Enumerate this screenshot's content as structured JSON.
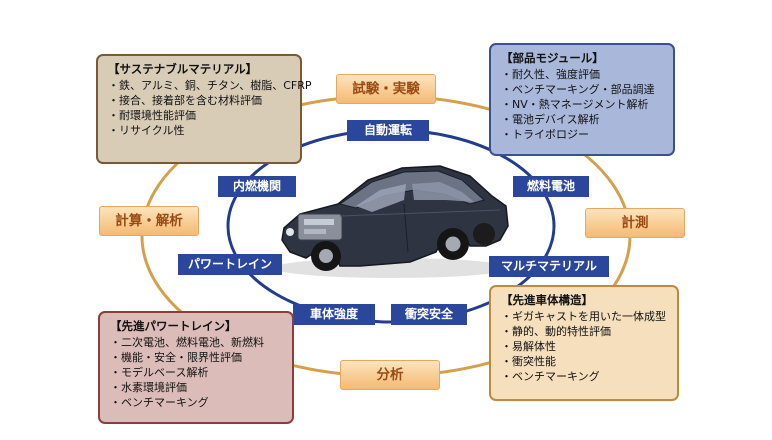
{
  "outer_labels": {
    "test": "試験・実験",
    "calc": "計算・解析",
    "measure": "計測",
    "analysis": "分析"
  },
  "inner_labels": {
    "autonomous": "自動運転",
    "ice": "内燃機関",
    "fuel_cell": "燃料電池",
    "powertrain": "パワートレイン",
    "multi_material": "マルチマテリアル",
    "body_strength": "車体強度",
    "crash_safety": "衝突安全"
  },
  "boxes": {
    "sustainable": {
      "title": "【サステナブルマテリアル】",
      "items": [
        "鉄、アルミ、銅、チタン、樹脂、CFRP",
        "接合、接着部を含む材料評価",
        "耐環境性能評価",
        "リサイクル性"
      ]
    },
    "parts": {
      "title": "【部品モジュール】",
      "items": [
        "耐久性、強度評価",
        "ベンチマーキング・部品調達",
        "NV・熱マネージメント解析",
        "電池デバイス解析",
        "トライボロジー"
      ]
    },
    "powertrain": {
      "title": "【先進パワートレイン】",
      "items": [
        "二次電池、燃料電池、新燃料",
        "機能・安全・限界性評価",
        "モデルベース解析",
        "水素環境評価",
        "ベンチマーキング"
      ]
    },
    "body": {
      "title": "【先進車体構造】",
      "items": [
        "ギガキャストを用いた一体成型",
        "静的、動的特性評価",
        "易解体性",
        "衝突性能",
        "ベンチマーキング"
      ]
    }
  },
  "colors": {
    "outer_ring": "#d4a04c",
    "inner_ring": "#233d8c",
    "car_body": "#2f3442"
  },
  "icons": {
    "center": "car-cutaway-illustration"
  }
}
